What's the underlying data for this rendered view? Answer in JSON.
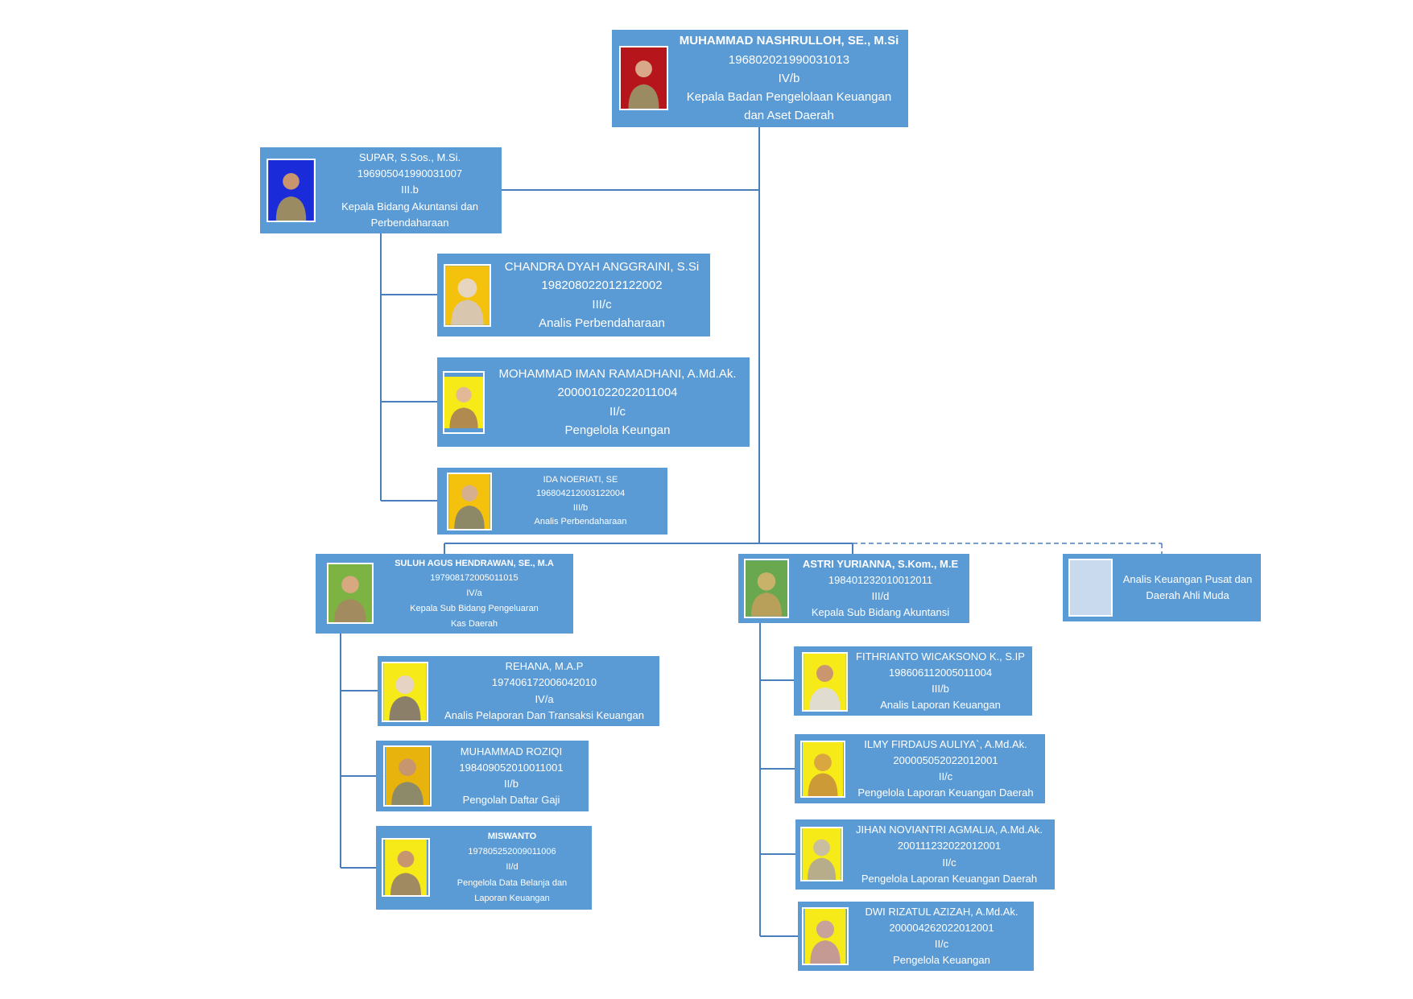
{
  "colors": {
    "card": "#5b9bd5",
    "connector": "#4a7ebb",
    "text": "#ffffff"
  },
  "nodes": {
    "head": {
      "name": "MUHAMMAD NASHRULLOH, SE., M.Si",
      "nip": "196802021990031013",
      "grade": "IV/b",
      "title1": "Kepala Badan Pengelolaan Keuangan",
      "title2": "dan Aset Daerah",
      "photo_bg": "#b5151b"
    },
    "supar": {
      "name": "SUPAR, S.Sos., M.Si.",
      "nip": "196905041990031007",
      "grade": "III.b",
      "title1": "Kepala Bidang Akuntansi dan",
      "title2": "Perbendaharaan",
      "photo_bg": "#1a2bd9"
    },
    "chandra": {
      "name": "CHANDRA DYAH ANGGRAINI, S.Si",
      "nip": "198208022012122002",
      "grade": "III/c",
      "title1": "Analis Perbendaharaan",
      "photo_bg": "#f4c20d"
    },
    "iman": {
      "name": "MOHAMMAD IMAN RAMADHANI, A.Md.Ak.",
      "nip": "200001022022011004",
      "grade": "II/c",
      "title1": "Pengelola Keungan",
      "photo_bg": "#f6ea19"
    },
    "ida": {
      "name": "IDA NOERIATI, SE",
      "nip": "196804212003122004",
      "grade": "III/b",
      "title1": "Analis Perbendaharaan",
      "photo_bg": "#f4c20d"
    },
    "suluh": {
      "name": "SULUH AGUS HENDRAWAN, SE., M.A",
      "nip": "197908172005011015",
      "grade": "IV/a",
      "title1": "Kepala Sub Bidang Pengeluaran",
      "title2": "Kas Daerah",
      "photo_bg": "#7cb342"
    },
    "astri": {
      "name": "ASTRI YURIANNA, S.Kom., M.E",
      "nip": "198401232010012011",
      "grade": "III/d",
      "title1": "Kepala Sub Bidang Akuntansi",
      "photo_bg": "#6aa84f"
    },
    "analis": {
      "title1": "Analis Keuangan Pusat dan",
      "title2": "Daerah Ahli Muda"
    },
    "rehana": {
      "name": "REHANA, M.A.P",
      "nip": "197406172006042010",
      "grade": "IV/a",
      "title1": "Analis Pelaporan Dan Transaksi Keuangan",
      "photo_bg": "#f6ea19"
    },
    "roziqi": {
      "name": "MUHAMMAD ROZIQI",
      "nip": "198409052010011001",
      "grade": "II/b",
      "title1": "Pengolah Daftar Gaji",
      "photo_bg": "#e8b30c"
    },
    "miswanto": {
      "name": "MISWANTO",
      "nip": "197805252009011006",
      "grade": "II/d",
      "title1": "Pengelola Data Belanja dan",
      "title2": "Laporan Keuangan",
      "photo_bg": "#f6ea19"
    },
    "fithrianto": {
      "name": "FITHRIANTO WICAKSONO K., S.IP",
      "nip": "198606112005011004",
      "grade": "III/b",
      "title1": "Analis Laporan Keuangan",
      "photo_bg": "#f6ea19"
    },
    "ilmy": {
      "name": "ILMY FIRDAUS AULIYA`, A.Md.Ak.",
      "nip": "200005052022012001",
      "grade": "II/c",
      "title1": "Pengelola Laporan Keuangan Daerah",
      "photo_bg": "#f6ea19"
    },
    "jihan": {
      "name": "JIHAN NOVIANTRI AGMALIA, A.Md.Ak.",
      "nip": "200111232022012001",
      "grade": "II/c",
      "title1": "Pengelola Laporan Keuangan Daerah",
      "photo_bg": "#f6ea19"
    },
    "dwi": {
      "name": "DWI RIZATUL AZIZAH, A.Md.Ak.",
      "nip": "200004262022012001",
      "grade": "II/c",
      "title1": "Pengelola Keuangan",
      "photo_bg": "#f6ea19"
    }
  }
}
